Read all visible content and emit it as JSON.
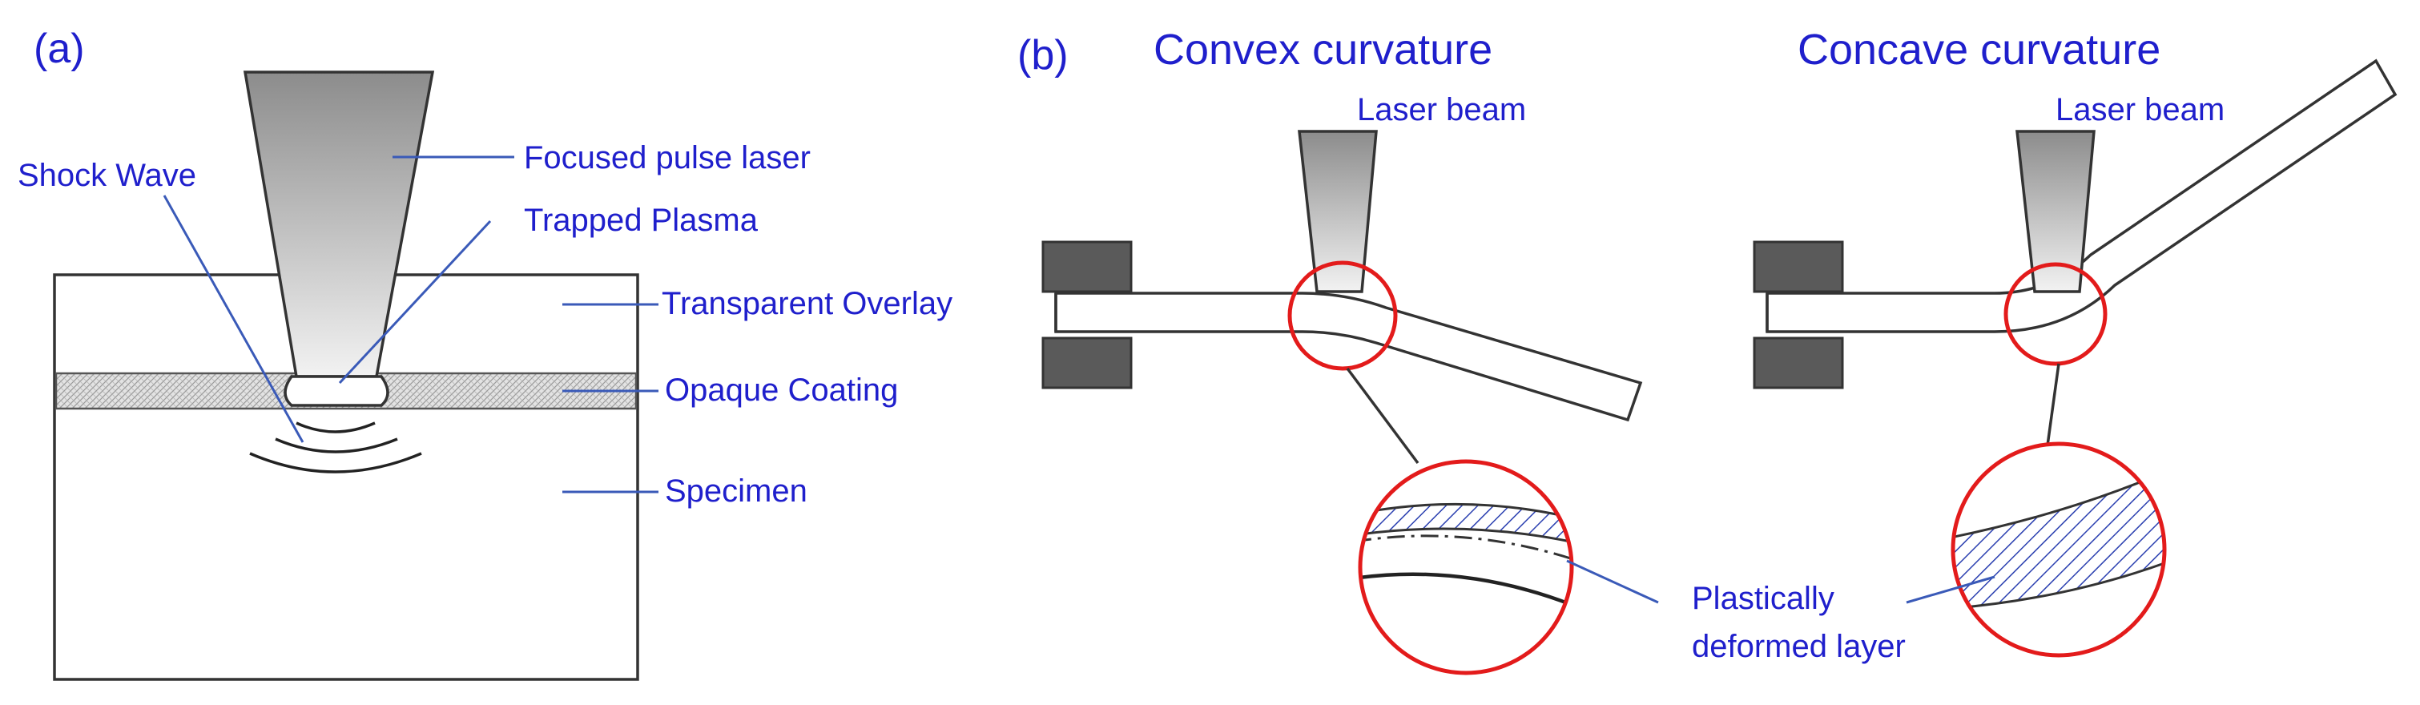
{
  "panels": {
    "a": {
      "label": "(a)",
      "labels": {
        "shock_wave": "Shock Wave",
        "focused_pulse_laser": "Focused pulse laser",
        "trapped_plasma": "Trapped Plasma",
        "transparent_overlay": "Transparent Overlay",
        "opaque_coating": "Opaque Coating",
        "specimen": "Specimen"
      }
    },
    "b": {
      "label": "(b)",
      "convex_title": "Convex  curvature",
      "concave_title": "Concave curvature",
      "laser_beam_convex": "Laser beam",
      "laser_beam_concave": "Laser beam",
      "plastic_line1": "Plastically",
      "plastic_line2": "deformed layer"
    }
  },
  "colors": {
    "label_text": "#1f1fcc",
    "highlight_circle": "#e31b1b",
    "leader_line": "#3a5ab8",
    "clamp": "#5a5a5a"
  }
}
